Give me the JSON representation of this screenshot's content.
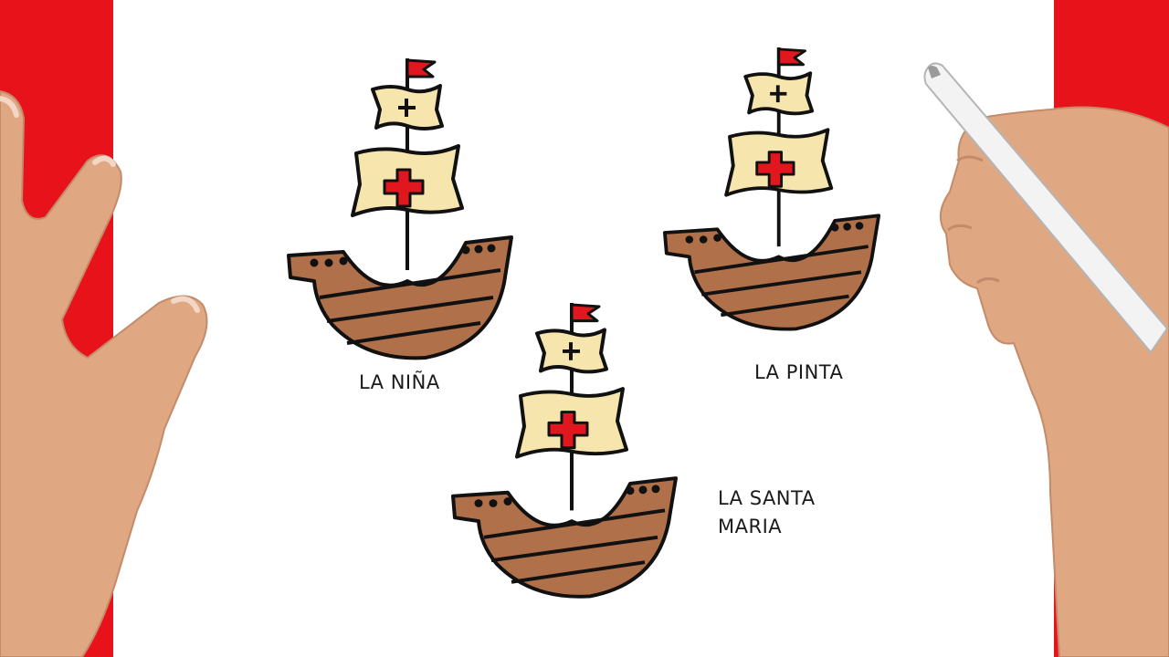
{
  "ships": [
    {
      "id": "nina",
      "label_lines": [
        "LA NIÑA"
      ]
    },
    {
      "id": "pinta",
      "label_lines": [
        "LA PINTA"
      ]
    },
    {
      "id": "santa-maria",
      "label_lines": [
        "LA SANTA",
        "MARIA"
      ]
    }
  ],
  "colors": {
    "background": "#e8121a",
    "paper": "#ffffff",
    "hull": "#b0704a",
    "sail": "#f6e6ae",
    "cross": "#e0171f",
    "flag": "#e0171f",
    "outline": "#111111",
    "skin": "#e0a783",
    "marker": "#f3f3f3"
  }
}
